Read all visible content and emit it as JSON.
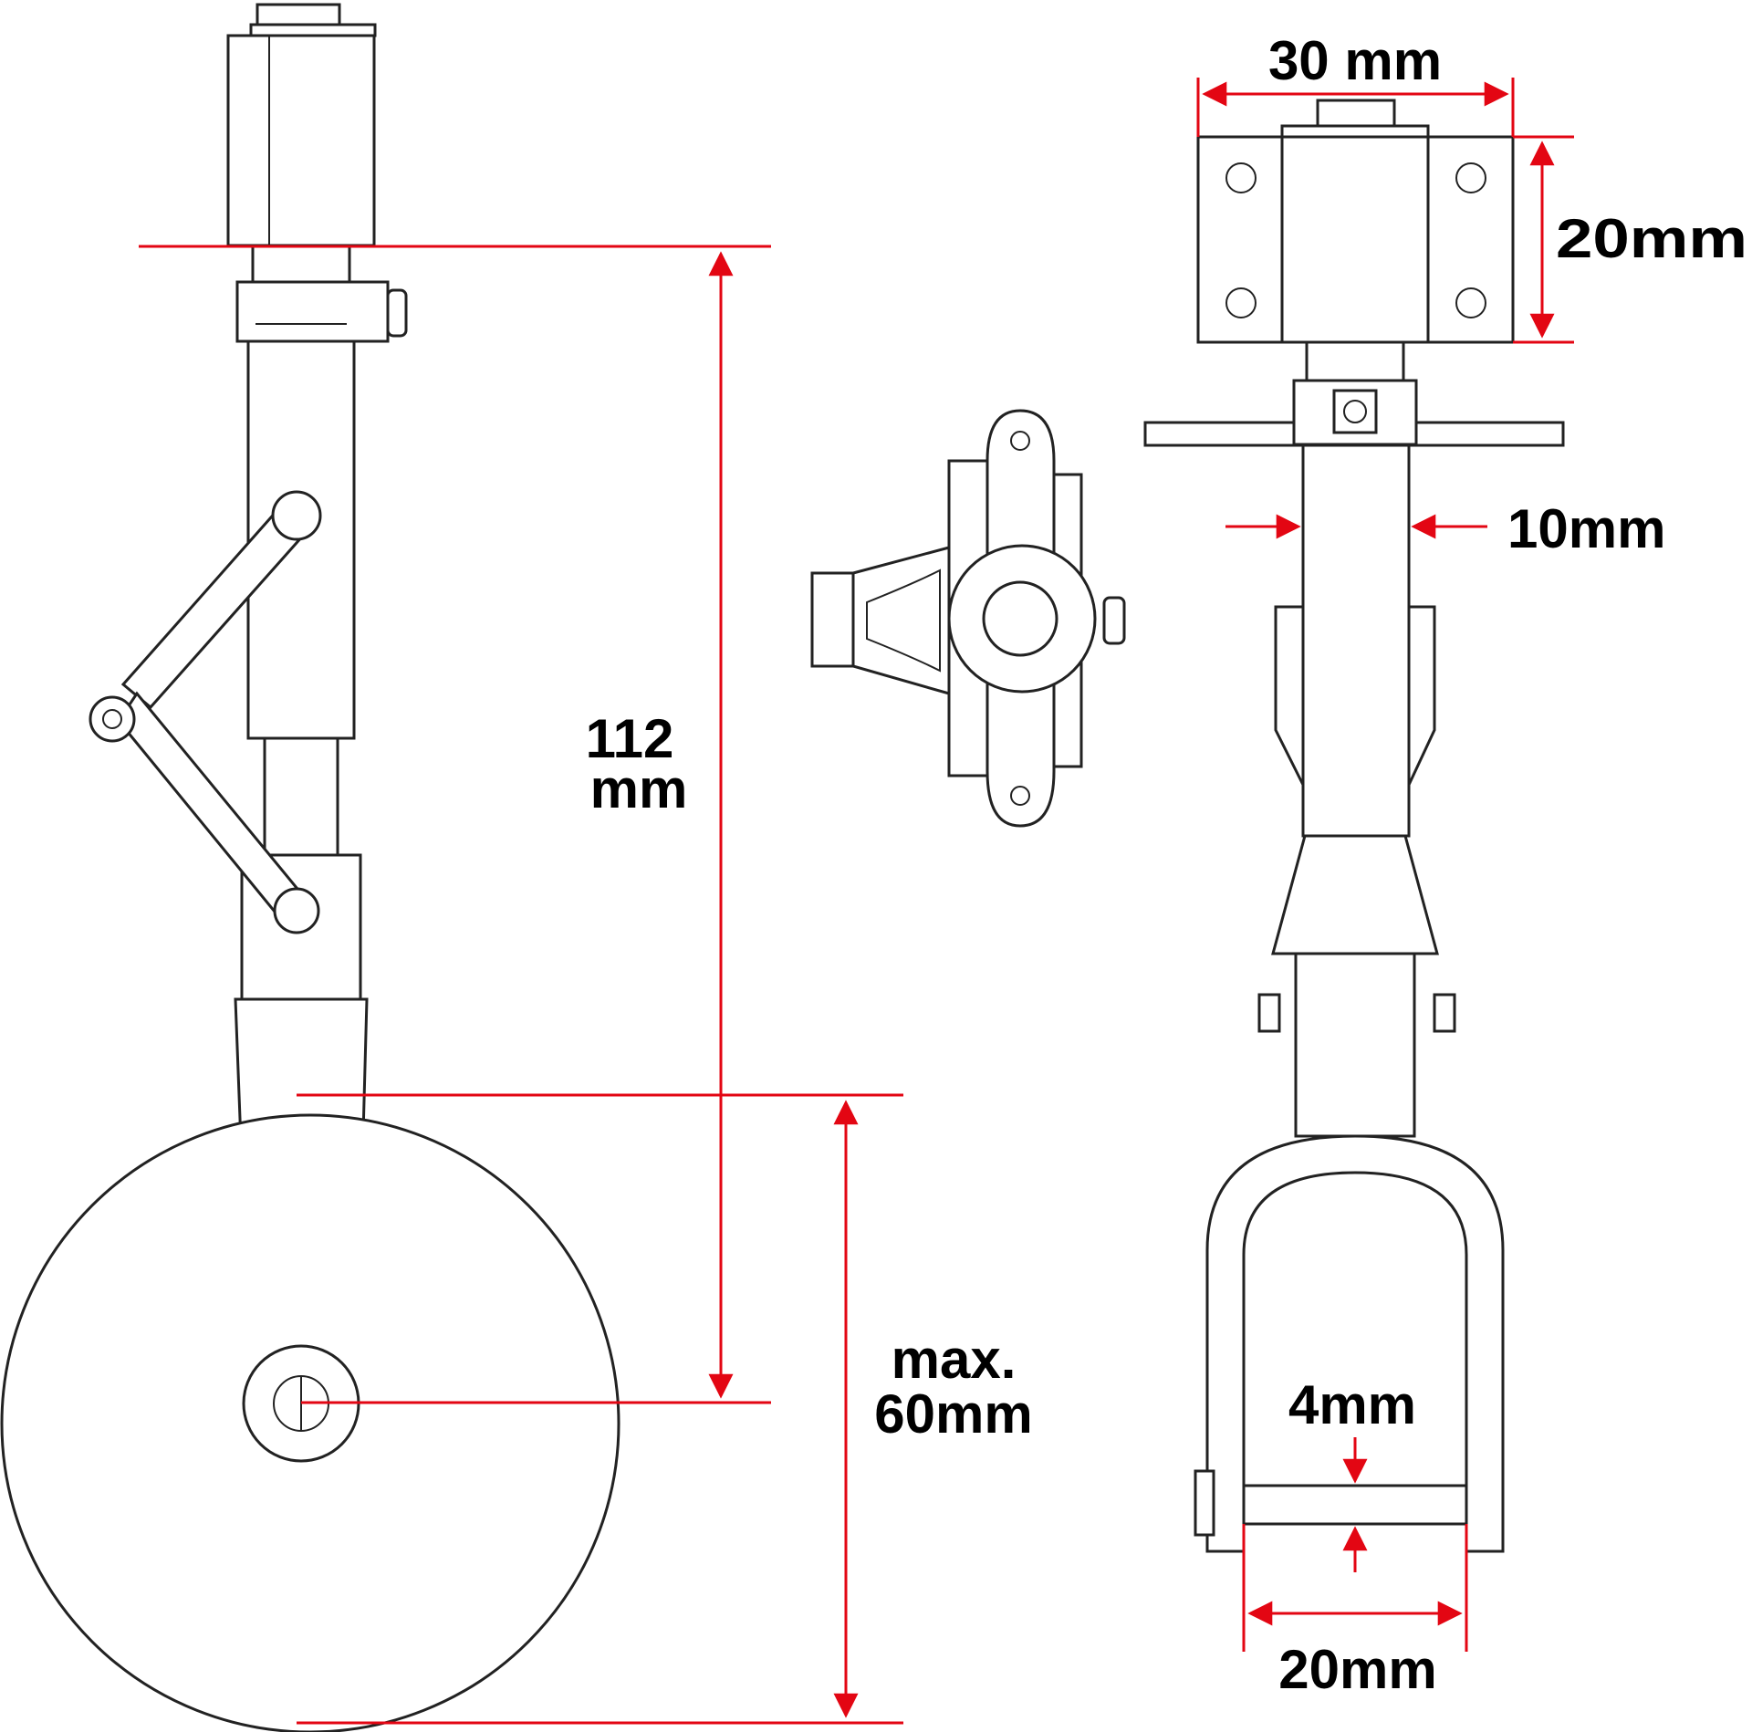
{
  "colors": {
    "dimension_line": "#e30613",
    "outline": "#222222",
    "background": "#ffffff"
  },
  "labels": {
    "top_width": "30 mm",
    "mount_height": "20mm",
    "strut_diameter": "10mm",
    "overall_height_line1": "112",
    "overall_height_line2": "mm",
    "wheel_line1": "max.",
    "wheel_line2": "60mm",
    "axle_diameter": "4mm",
    "fork_width": "20mm"
  }
}
